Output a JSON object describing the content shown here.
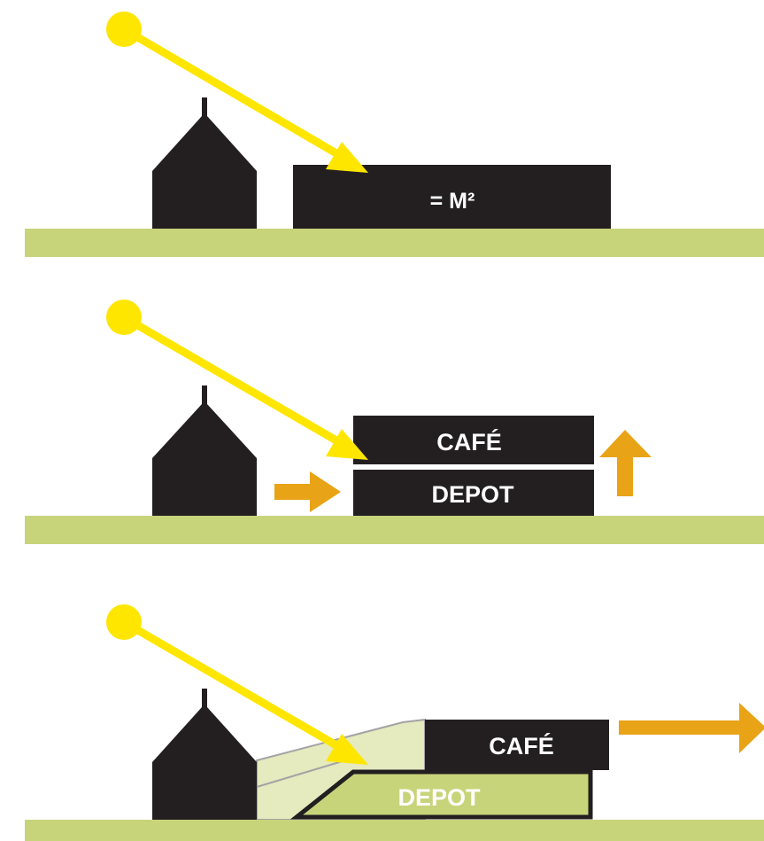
{
  "colors": {
    "ground": "#c8d47a",
    "building": "#231f20",
    "sun": "#ffe600",
    "sunray": "#ffe600",
    "arrow": "#e8a317",
    "text": "#ffffff",
    "slope_fill": "#e5eabf",
    "slope_stroke": "#a3a3a3",
    "depot_green": "#c8d47a"
  },
  "icons": [
    "sun-icon",
    "house-icon",
    "sunray-arrow-icon",
    "arrow-right-icon",
    "arrow-up-icon"
  ],
  "panels": [
    {
      "labels": {
        "block": "= M²"
      }
    },
    {
      "labels": {
        "cafe": "CAFÉ",
        "depot": "DEPOT"
      }
    },
    {
      "labels": {
        "cafe": "CAFÉ",
        "depot": "DEPOT"
      }
    }
  ]
}
